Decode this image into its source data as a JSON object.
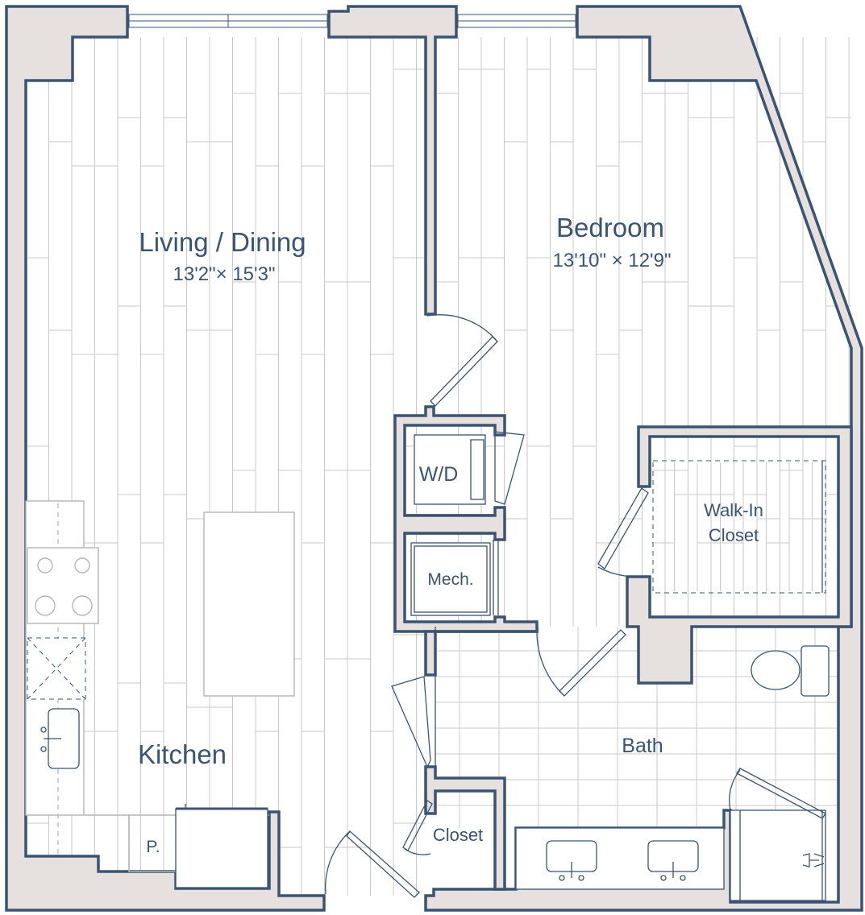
{
  "rooms": {
    "living_dining": {
      "name": "Living / Dining",
      "dimensions": "13'2\"× 15'3\""
    },
    "bedroom": {
      "name": "Bedroom",
      "dimensions": "13'10\" × 12'9\""
    },
    "kitchen": {
      "name": "Kitchen"
    },
    "bath": {
      "name": "Bath"
    },
    "walk_in_closet": {
      "line1": "Walk-In",
      "line2": "Closet"
    },
    "washer_dryer": {
      "name": "W/D"
    },
    "mechanical": {
      "name": "Mech."
    },
    "closet": {
      "name": "Closet"
    },
    "pantry": {
      "name": "P."
    }
  },
  "colors": {
    "wall_fill": "#e6e0df",
    "wall_outline": "#3b5472",
    "floor_planks": "#c9c9c9",
    "label_text": "#3b5472"
  }
}
